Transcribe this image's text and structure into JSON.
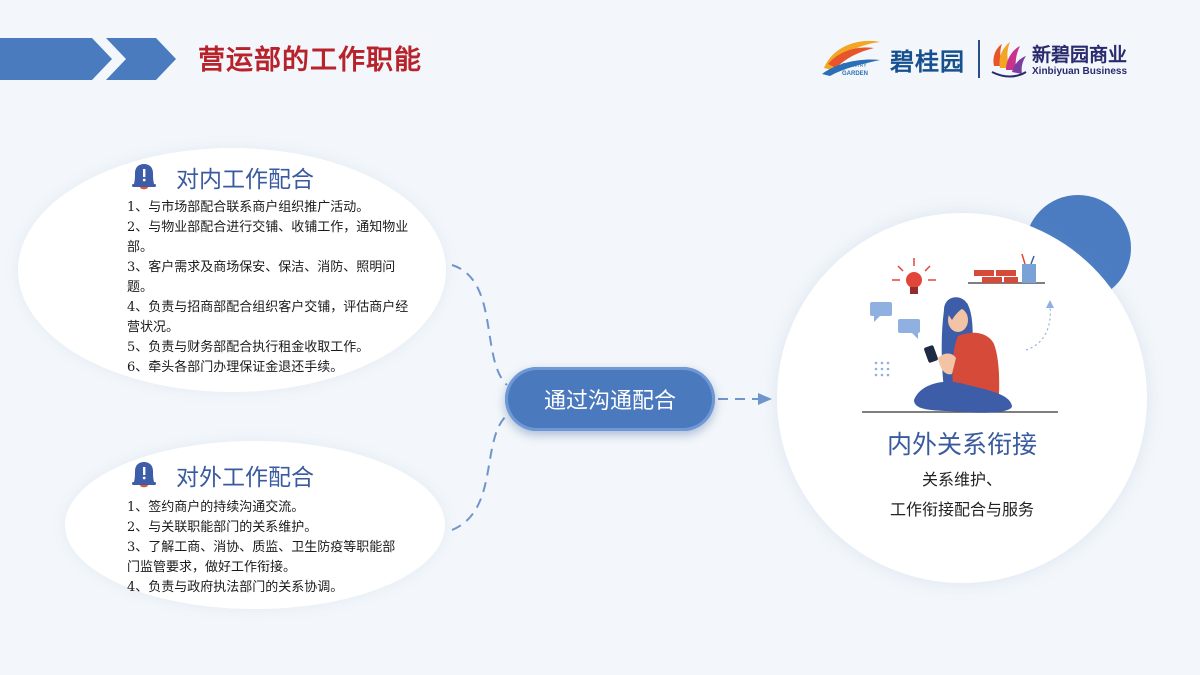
{
  "header": {
    "title": "营运部的工作职能",
    "accent_color": "#4a7bbf",
    "title_color": "#b8232b"
  },
  "logos": {
    "country_garden": {
      "name": "碧桂园",
      "mark_small_1": "COUNTRY",
      "mark_small_2": "GARDEN",
      "mark_icon": "country-garden-logo-icon"
    },
    "xinbiyuan": {
      "name": "新碧园商业",
      "english": "Xinbiyuan Business",
      "mark_icon": "xinbiyuan-logo-icon"
    }
  },
  "internal": {
    "icon": "bell-icon",
    "title": "对内工作配合",
    "items": [
      "1、与市场部配合联系商户组织推广活动。",
      "2、与物业部配合进行交铺、收铺工作，通知物业部。",
      "3、客户需求及商场保安、保洁、消防、照明问题。",
      "4、负责与招商部配合组织客户交铺，评估商户经营状况。",
      "5、负责与财务部配合执行租金收取工作。",
      "6、牵头各部门办理保证金退还手续。"
    ]
  },
  "external": {
    "icon": "bell-icon",
    "title": "对外工作配合",
    "items": [
      "1、签约商户的持续沟通交流。",
      "2、与关联职能部门的关系维护。",
      "3、了解工商、消协、质监、卫生防疫等职能部门监管要求，做好工作衔接。",
      "4、负责与政府执法部门的关系协调。"
    ]
  },
  "center": {
    "label": "通过沟通配合",
    "color": "#4b79bd"
  },
  "result": {
    "title": "内外关系衔接",
    "line1": "关系维护、",
    "line2": "工作衔接配合与服务",
    "illustration": "woman-using-phone-illustration"
  }
}
